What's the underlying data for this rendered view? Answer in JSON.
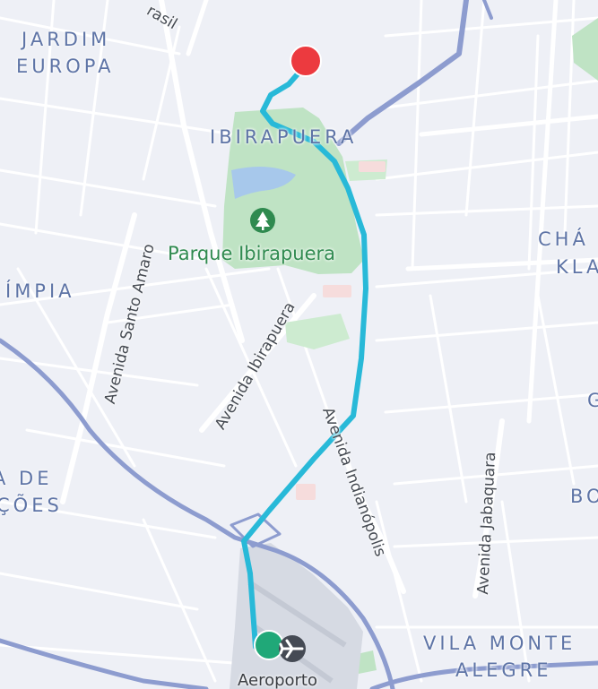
{
  "map": {
    "route_color": "#28b9d8",
    "origin_color": "#20a878",
    "destination_color": "#ec3a3f",
    "park_color": "#bfe3c4",
    "airport_color": "#d6dae3",
    "neighborhoods": {
      "jardim_europa_line1": "JARDIM",
      "jardim_europa_line2": "EUROPA",
      "ibirapuera": "IBIRAPUERA",
      "olimpia": "ÍMPIA",
      "chacara_line1": "CHÁ",
      "chacara_line2": "KLA",
      "left_line1": "A DE",
      "left_line2": "ÇÕES",
      "vila_monte_line1": "VILA MONTE",
      "vila_monte_line2": "ALEGRE",
      "right_g": "G",
      "right_bo": "BO"
    },
    "streets": {
      "brasil": "rasil",
      "santo_amaro": "Avenida Santo Amaro",
      "ibirapuera": "Avenida Ibirapuera",
      "indianopolis": "Avenida Indianópolis",
      "jabaquara": "Avenida Jabaquara"
    },
    "park_label": "Parque Ibirapuera",
    "park_icon": "tree-icon",
    "airport_label": "Aeroporto",
    "airport_icon": "airplane-icon"
  }
}
